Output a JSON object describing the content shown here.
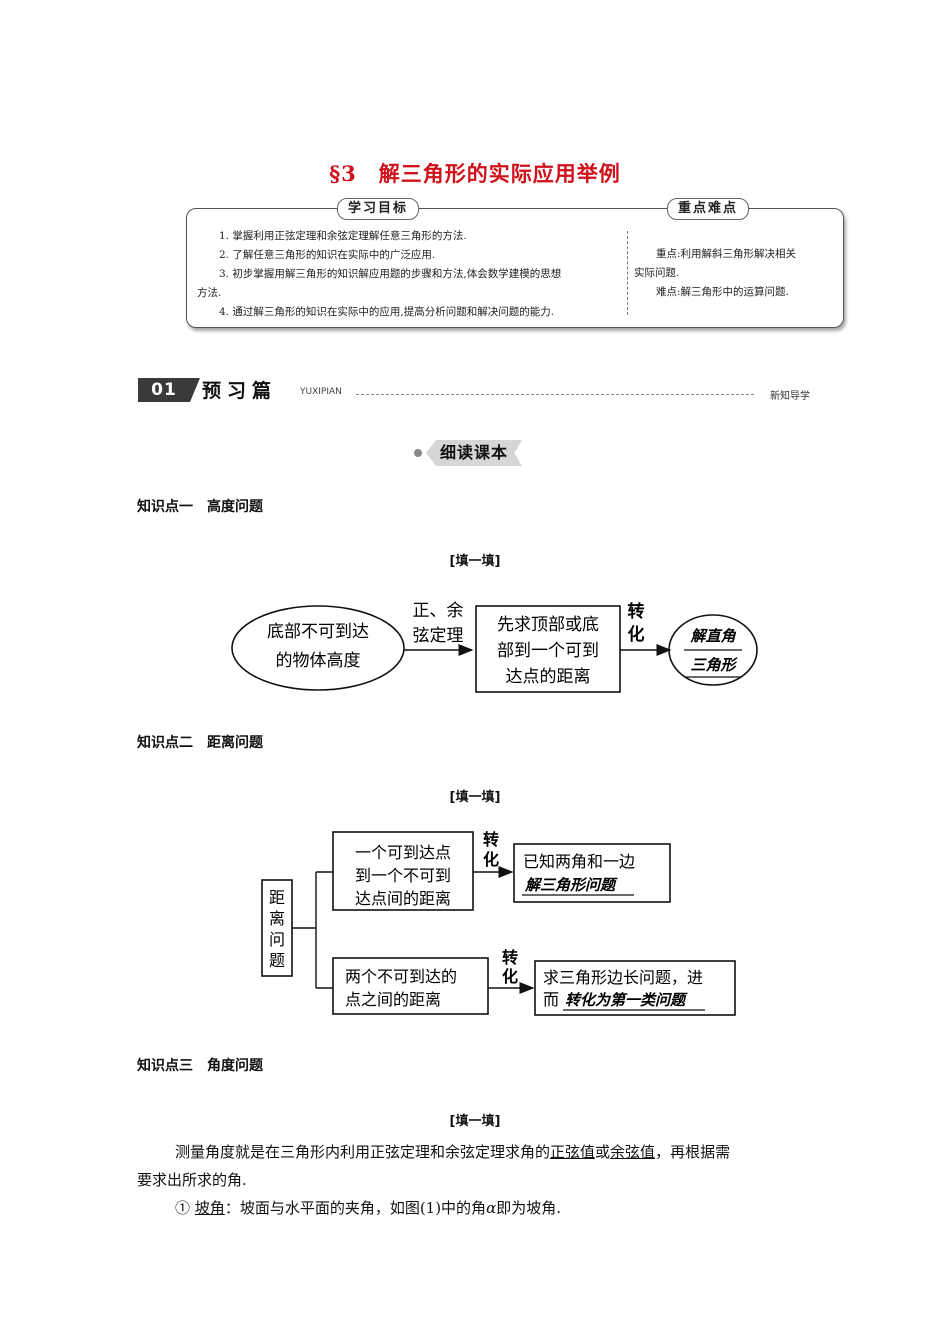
{
  "title": "§3　解三角形的实际应用举例",
  "goals_box": {
    "goals_label": "学习目标",
    "keys_label": "重点难点",
    "goals": [
      "1. 掌握利用正弦定理和余弦定理解任意三角形的方法.",
      "2. 了解任意三角形的知识在实际中的广泛应用.",
      "3. 初步掌握用解三角形的知识解应用题的步骤和方法,体会数学建模的思想",
      "方法.",
      "4. 通过解三角形的知识在实际中的应用,提高分析问题和解决问题的能力."
    ],
    "keys": [
      "重点:利用解斜三角形解决相关",
      "实际问题.",
      "难点:解三角形中的运算问题."
    ]
  },
  "section": {
    "number": "01",
    "name": "预习篇",
    "pinyin": "YUXIPIAN",
    "tag": "新知导学"
  },
  "read_tab": "细读课本",
  "kp1": {
    "heading": "知识点一　高度问题",
    "fill": "[填一填]",
    "diagram": {
      "ellipse_lines": [
        "底部不可到达",
        "的物体高度"
      ],
      "arrow1_lines": [
        "正、余",
        "弦定理"
      ],
      "box_lines": [
        "先求顶部或底",
        "部到一个可到",
        "达点的距离"
      ],
      "arrow2_lines": [
        "转",
        "化"
      ],
      "result_lines": [
        "解直角",
        "三角形"
      ]
    }
  },
  "kp2": {
    "heading": "知识点二　距离问题",
    "fill": "[填一填]",
    "diagram": {
      "root_chars": [
        "距",
        "离",
        "问",
        "题"
      ],
      "top_box_lines": [
        "一个可到达点",
        "到一个不可到",
        "达点间的距离"
      ],
      "top_arrow": [
        "转",
        "化"
      ],
      "top_result_lines": [
        "已知两角和一边",
        "解三角形问题"
      ],
      "bottom_box_lines": [
        "两个不可到达的",
        "点之间的距离"
      ],
      "bottom_arrow": [
        "转",
        "化"
      ],
      "bottom_result_lines": [
        "求三角形边长问题，进",
        "转化为第一类问题"
      ],
      "bottom_result_prefix": "而"
    }
  },
  "kp3": {
    "heading": "知识点三　角度问题",
    "fill": "[填一填]",
    "para1_a": "测量角度就是在三角形内利用正弦定理和余弦定理求角的",
    "para1_u1": "正弦值",
    "para1_b": "或",
    "para1_u2": "余弦值",
    "para1_c": "，再根据需",
    "para1_line2": "要求出所求的角.",
    "para2_circ": "①",
    "para2_u": "坡角",
    "para2_rest": "：坡面与水平面的夹角，如图(1)中的角",
    "para2_alpha": "α",
    "para2_end": "即为坡角."
  }
}
